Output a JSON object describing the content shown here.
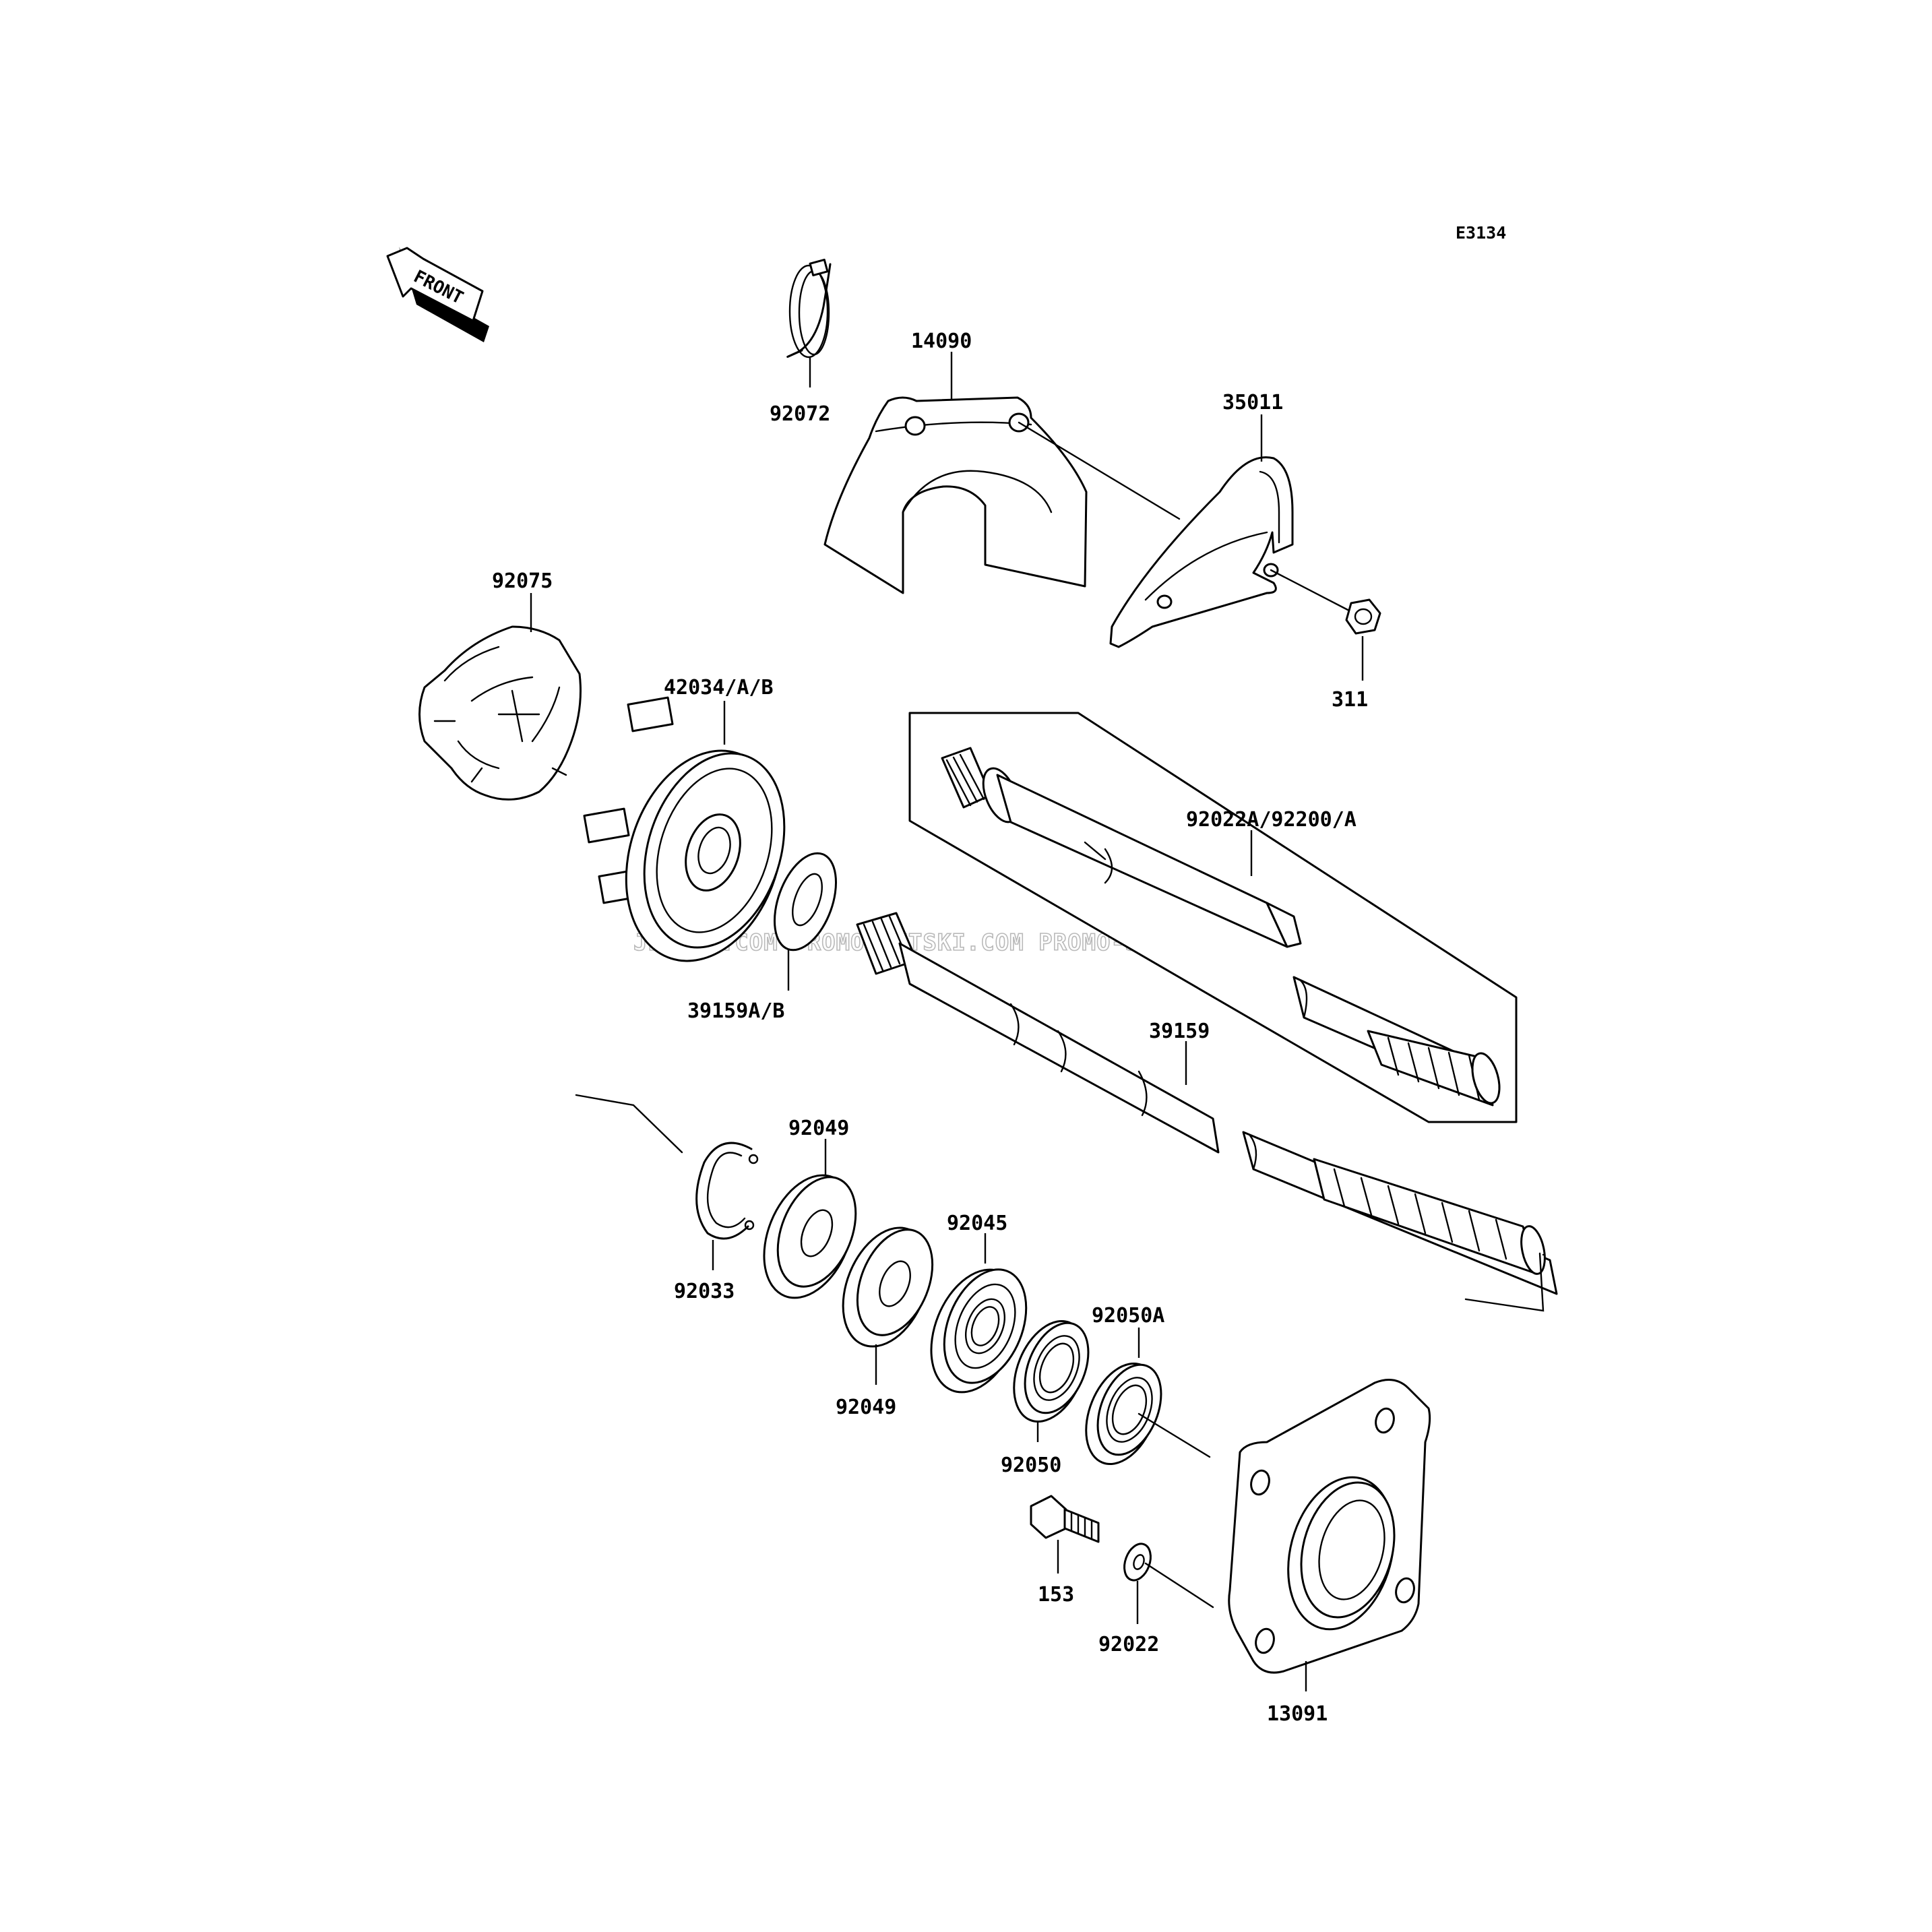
{
  "diagram_code": "E3134",
  "front_marker": "FRONT",
  "watermark": "JETSKI.COM  PROMO-JETSKI.COM  PROMO-JETSKI.COM",
  "parts": [
    {
      "id": "p92072",
      "label": "92072"
    },
    {
      "id": "p14090",
      "label": "14090"
    },
    {
      "id": "p35011",
      "label": "35011"
    },
    {
      "id": "p311",
      "label": "311"
    },
    {
      "id": "p92075",
      "label": "92075"
    },
    {
      "id": "p42034",
      "label": "42034/A/B"
    },
    {
      "id": "p39159ab",
      "label": "39159A/B"
    },
    {
      "id": "p92022a",
      "label": "92022A/92200/A"
    },
    {
      "id": "p39159",
      "label": "39159"
    },
    {
      "id": "p92049a",
      "label": "92049"
    },
    {
      "id": "p92033",
      "label": "92033"
    },
    {
      "id": "p92045",
      "label": "92045"
    },
    {
      "id": "p92049b",
      "label": "92049"
    },
    {
      "id": "p92050a",
      "label": "92050A"
    },
    {
      "id": "p92050",
      "label": "92050"
    },
    {
      "id": "p153",
      "label": "153"
    },
    {
      "id": "p92022",
      "label": "92022"
    },
    {
      "id": "p13091",
      "label": "13091"
    }
  ]
}
